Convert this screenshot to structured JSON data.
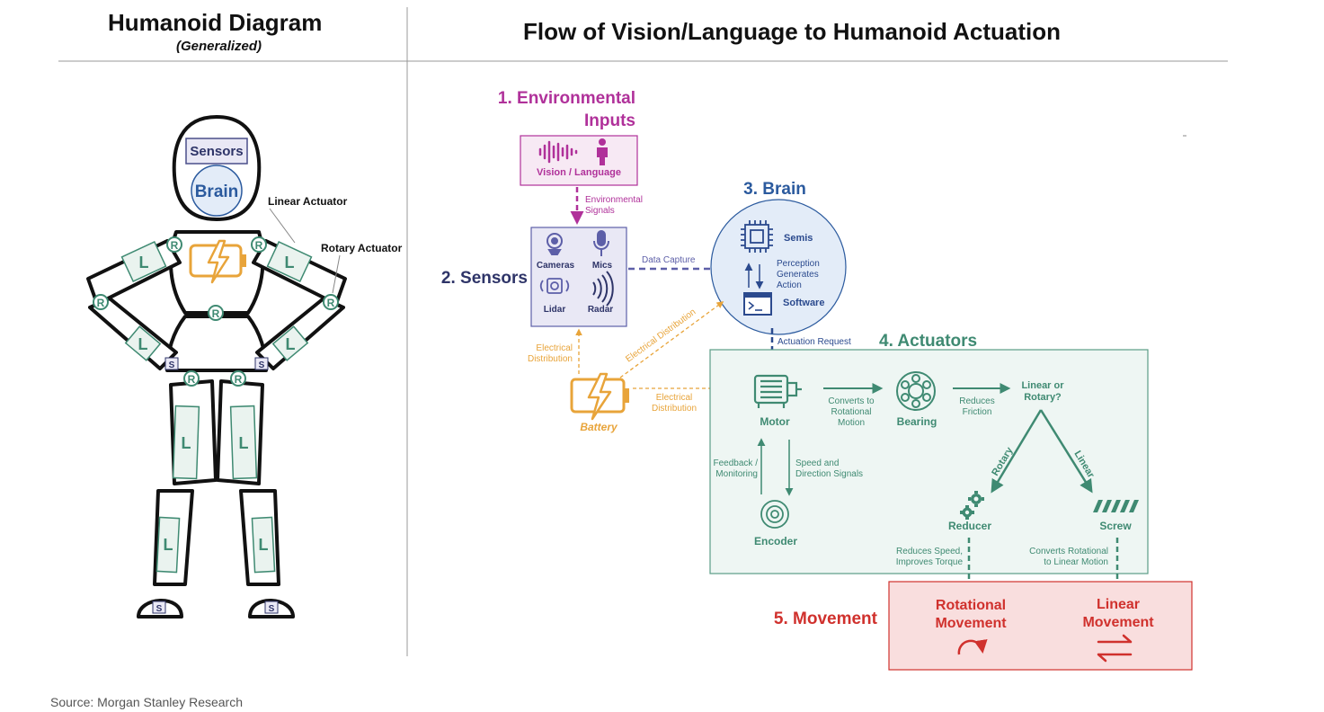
{
  "left_panel": {
    "title": "Humanoid Diagram",
    "subtitle": "(Generalized)",
    "head_sensors": "Sensors",
    "head_brain": "Brain",
    "callout_linear": "Linear Actuator",
    "callout_rotary": "Rotary Actuator",
    "rotary_mark": "R",
    "linear_mark": "L",
    "sensor_mark": "S"
  },
  "right_panel": {
    "title": "Flow of Vision/Language to Humanoid Actuation",
    "env": {
      "heading_1": "1. Environmental",
      "heading_2": "Inputs",
      "box_label": "Vision / Language",
      "signal_1": "Environmental",
      "signal_2": "Signals"
    },
    "sensors": {
      "heading": "2. Sensors",
      "cameras": "Cameras",
      "mics": "Mics",
      "lidar": "Lidar",
      "radar": "Radar",
      "data_capture": "Data Capture",
      "elec_1": "Electrical",
      "elec_2": "Distribution"
    },
    "brain": {
      "heading": "3. Brain",
      "semis": "Semis",
      "perception_1": "Perception",
      "perception_2": "Generates",
      "perception_3": "Action",
      "software": "Software",
      "elec_diag": "Electrical Distribution",
      "actuation_request": "Actuation Request"
    },
    "battery": {
      "label": "Battery",
      "elec_1": "Electrical",
      "elec_2": "Distribution"
    },
    "actuators": {
      "heading": "4. Actuators",
      "motor": "Motor",
      "converts_1": "Converts to",
      "converts_2": "Rotational",
      "converts_3": "Motion",
      "bearing": "Bearing",
      "reduces_friction_1": "Reduces",
      "reduces_friction_2": "Friction",
      "choice_1": "Linear or",
      "choice_2": "Rotary?",
      "rotary_branch": "Rotary",
      "linear_branch": "Linear",
      "feedback_1": "Feedback /",
      "feedback_2": "Monitoring",
      "speed_1": "Speed and",
      "speed_2": "Direction Signals",
      "encoder": "Encoder",
      "reducer": "Reducer",
      "screw": "Screw",
      "reducer_note_1": "Reduces Speed,",
      "reducer_note_2": "Improves Torque",
      "screw_note_1": "Converts Rotational",
      "screw_note_2": "to Linear Motion"
    },
    "movement": {
      "heading": "5. Movement",
      "rot_1": "Rotational",
      "rot_2": "Movement",
      "lin_1": "Linear",
      "lin_2": "Movement"
    }
  },
  "source": "Source: Morgan Stanley Research",
  "colors": {
    "env": "#b0319a",
    "sensors": "#2e3468",
    "brain": "#2b5a9e",
    "battery": "#e8a43a",
    "actuators": "#3f8a72",
    "movement": "#d0312d",
    "robot_green": "#3f8a72"
  }
}
